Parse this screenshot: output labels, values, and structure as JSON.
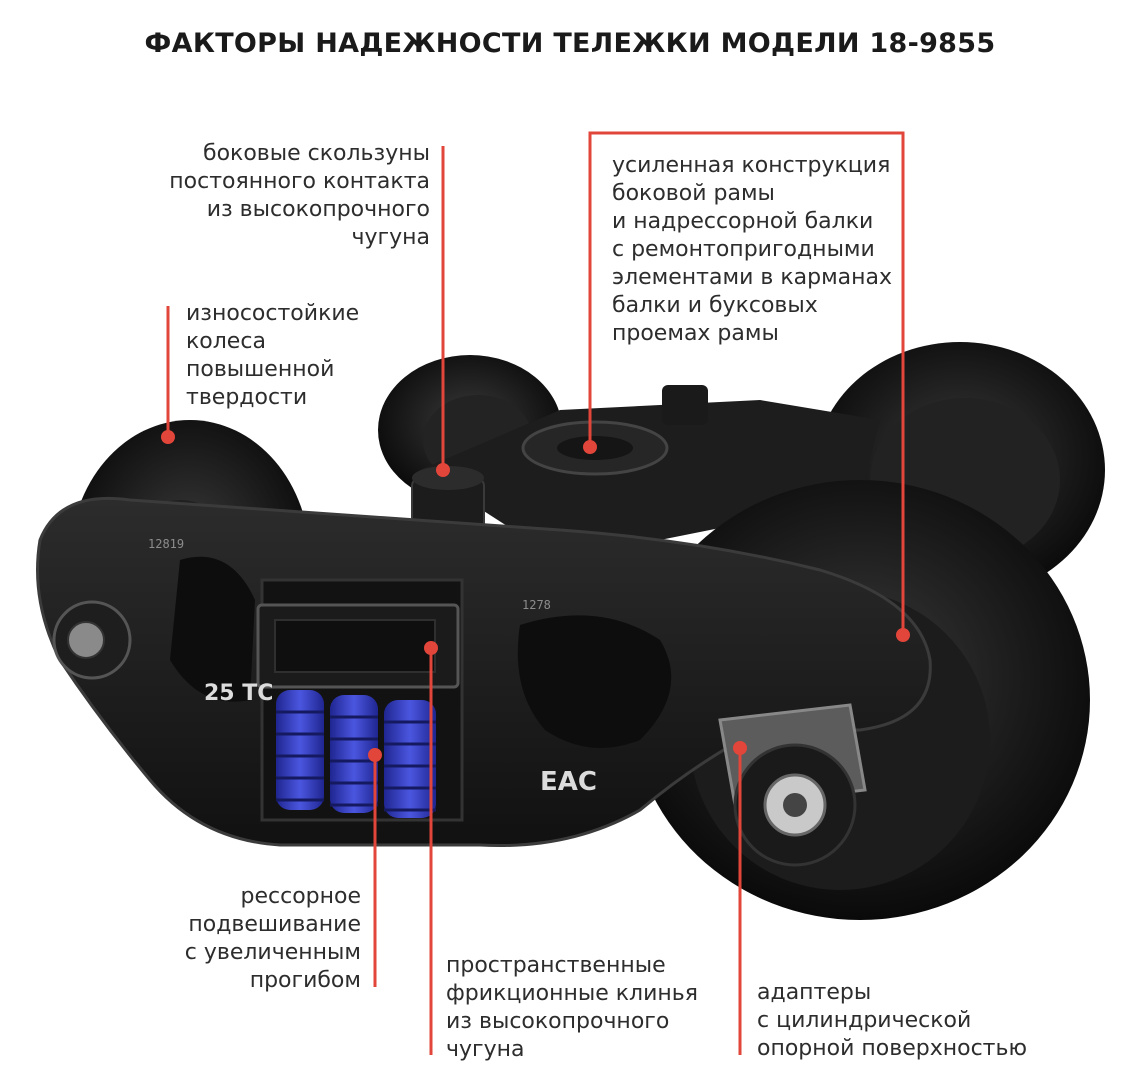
{
  "title": "ФАКТОРЫ НАДЕЖНОСТИ ТЕЛЕЖКИ МОДЕЛИ 18-9855",
  "callouts": {
    "side_bearers": [
      "боковые скользуны",
      "постоянного контакта",
      "из высокопрочного",
      "чугуна"
    ],
    "frame_design": [
      "усиленная конструкция",
      "боковой рамы",
      "и надрессорной балки",
      "с ремонтопригодными",
      "элементами в карманах",
      "балки и буксовых",
      "проемах рамы"
    ],
    "wheels": [
      "износостойкие",
      "колеса",
      "повышенной",
      "твердости"
    ],
    "suspension": [
      "рессорное",
      "подвешивание",
      "с увеличенным",
      "прогибом"
    ],
    "wedges": [
      "пространственные",
      "фрикционные клинья",
      "из высокопрочного",
      "чугуна"
    ],
    "adapters": [
      "адаптеры",
      "с цилиндрической",
      "опорной поверхностью"
    ]
  },
  "markings": {
    "load": "25 ТС",
    "eac": "ЕАС",
    "side_code": "12819",
    "plate": "1278"
  },
  "colors": {
    "callout_red": "#e2453a",
    "spring_blue": "#3a44c8",
    "metal": "#1b1b1b"
  }
}
